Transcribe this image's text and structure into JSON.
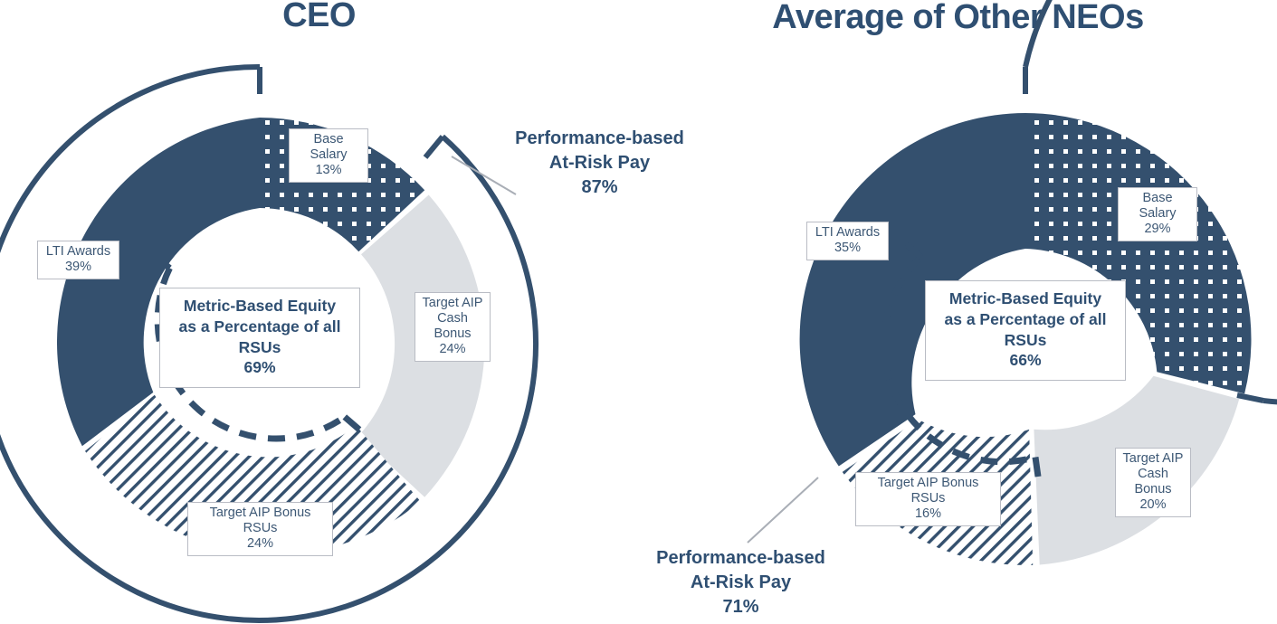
{
  "colors": {
    "navy": "#34506e",
    "navy_dark": "#2f4f72",
    "light_gray": "#dcdfe3",
    "box_border": "#b9bcc4",
    "label_text": "#3d5875",
    "leader_line": "#a9aeb6",
    "background": "#ffffff"
  },
  "chart_data": [
    {
      "type": "pie",
      "title": "CEO",
      "subtype": "donut",
      "start_angle_deg": 0,
      "direction": "clockwise",
      "categories": [
        "Base Salary",
        "Target AIP Cash Bonus",
        "Target AIP Bonus RSUs",
        "LTI Awards"
      ],
      "values": [
        13,
        24,
        24,
        39
      ],
      "labels": [
        "13%",
        "24%",
        "24%",
        "39%"
      ],
      "fills": [
        "dotted-navy",
        "light-gray",
        "diagonal-hatch-navy",
        "solid-navy"
      ],
      "annotations": [
        {
          "name": "performance-based-at-risk-pay",
          "text_line1": "Performance-based",
          "text_line2": "At-Risk Pay",
          "value": "87%",
          "covers": [
            "Target AIP Cash Bonus",
            "Target AIP Bonus RSUs",
            "LTI Awards"
          ]
        },
        {
          "name": "metric-based-equity",
          "text_line1": "Metric-Based Equity",
          "text_line2": "as a Percentage of all",
          "text_line3": "RSUs",
          "value": "69%"
        }
      ],
      "legend": "none",
      "grid": false
    },
    {
      "type": "pie",
      "title": "Average of Other NEOs",
      "subtype": "donut",
      "start_angle_deg": 0,
      "direction": "clockwise",
      "categories": [
        "Base Salary",
        "Target AIP Cash Bonus",
        "Target AIP Bonus RSUs",
        "LTI Awards"
      ],
      "values": [
        29,
        20,
        16,
        35
      ],
      "labels": [
        "29%",
        "20%",
        "16%",
        "35%"
      ],
      "fills": [
        "dotted-navy",
        "light-gray",
        "diagonal-hatch-navy",
        "solid-navy"
      ],
      "annotations": [
        {
          "name": "performance-based-at-risk-pay",
          "text_line1": "Performance-based",
          "text_line2": "At-Risk Pay",
          "value": "71%",
          "covers": [
            "Target AIP Cash Bonus",
            "Target AIP Bonus RSUs",
            "LTI Awards"
          ]
        },
        {
          "name": "metric-based-equity",
          "text_line1": "Metric-Based Equity",
          "text_line2": "as a Percentage of all",
          "text_line3": "RSUs",
          "value": "66%"
        }
      ],
      "legend": "none",
      "grid": false
    }
  ],
  "ceo": {
    "title": "CEO",
    "base_salary": {
      "label": "Base Salary",
      "pct": "13%"
    },
    "aip_cash": {
      "label_l1": "Target AIP",
      "label_l2": "Cash Bonus",
      "pct": "24%"
    },
    "aip_rsu": {
      "label": "Target AIP Bonus RSUs",
      "pct": "24%"
    },
    "lti": {
      "label": "LTI Awards",
      "pct": "39%"
    },
    "center": {
      "l1": "Metric-Based Equity",
      "l2": "as a Percentage of all",
      "l3": "RSUs",
      "pct": "69%"
    },
    "risk": {
      "l1": "Performance-based",
      "l2": "At-Risk Pay",
      "pct": "87%"
    }
  },
  "neo": {
    "title": "Average of Other NEOs",
    "base_salary": {
      "label": "Base Salary",
      "pct": "29%"
    },
    "aip_cash": {
      "label_l1": "Target AIP",
      "label_l2": "Cash Bonus",
      "pct": "20%"
    },
    "aip_rsu": {
      "label": "Target AIP Bonus RSUs",
      "pct": "16%"
    },
    "lti": {
      "label": "LTI Awards",
      "pct": "35%"
    },
    "center": {
      "l1": "Metric-Based Equity",
      "l2": "as a Percentage of all",
      "l3": "RSUs",
      "pct": "66%"
    },
    "risk": {
      "l1": "Performance-based",
      "l2": "At-Risk Pay",
      "pct": "71%"
    }
  }
}
